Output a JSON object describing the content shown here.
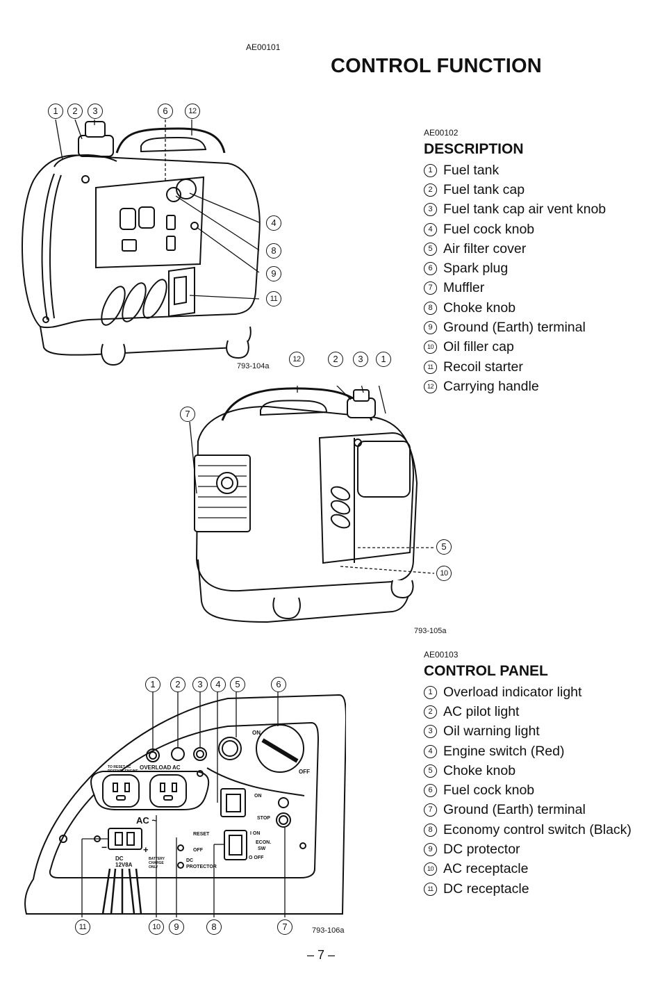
{
  "header": {
    "code": "AE00101",
    "title": "CONTROL FUNCTION"
  },
  "description": {
    "code": "AE00102",
    "heading": "DESCRIPTION",
    "items": [
      {
        "num": "1",
        "label": "Fuel tank"
      },
      {
        "num": "2",
        "label": "Fuel tank cap"
      },
      {
        "num": "3",
        "label": "Fuel tank cap air vent knob"
      },
      {
        "num": "4",
        "label": "Fuel cock knob"
      },
      {
        "num": "5",
        "label": "Air filter cover"
      },
      {
        "num": "6",
        "label": "Spark plug"
      },
      {
        "num": "7",
        "label": "Muffler"
      },
      {
        "num": "8",
        "label": "Choke knob"
      },
      {
        "num": "9",
        "label": "Ground (Earth) terminal"
      },
      {
        "num": "10",
        "label": "Oil filler cap"
      },
      {
        "num": "11",
        "label": "Recoil starter"
      },
      {
        "num": "12",
        "label": "Carrying handle"
      }
    ]
  },
  "control_panel": {
    "code": "AE00103",
    "heading": "CONTROL PANEL",
    "items": [
      {
        "num": "1",
        "label": "Overload indicator light"
      },
      {
        "num": "2",
        "label": "AC pilot light"
      },
      {
        "num": "3",
        "label": "Oil warning light"
      },
      {
        "num": "4",
        "label": "Engine switch (Red)"
      },
      {
        "num": "5",
        "label": "Choke knob"
      },
      {
        "num": "6",
        "label": "Fuel cock knob"
      },
      {
        "num": "7",
        "label": "Ground (Earth) terminal"
      },
      {
        "num": "8",
        "label": "Economy control switch (Black)"
      },
      {
        "num": "9",
        "label": "DC protector"
      },
      {
        "num": "10",
        "label": "AC receptacle"
      },
      {
        "num": "11",
        "label": "DC receptacle"
      }
    ]
  },
  "figures": {
    "fig1_code": "793-104a",
    "fig2_code": "793-105a",
    "fig3_code": "793-106a",
    "fig1_callouts": [
      "1",
      "2",
      "3",
      "6",
      "12",
      "4",
      "8",
      "9",
      "11"
    ],
    "fig2_callouts": [
      "12",
      "2",
      "3",
      "1",
      "7",
      "5",
      "10"
    ],
    "fig3_callouts_top": [
      "1",
      "2",
      "3",
      "4",
      "5",
      "6"
    ],
    "fig3_callouts_bottom": [
      "11",
      "10",
      "9",
      "8",
      "7"
    ],
    "panel_labels": {
      "overload": "OVERLOAD",
      "ac": "AC",
      "on": "ON",
      "off": "OFF",
      "reset_note_1": "TO RESET AC",
      "reset_note_2": "RESTART ENGINE",
      "ac_sym": "AC ~",
      "dc": "DC",
      "dc_rating": "12V8A",
      "battery_1": "BATTERY",
      "battery_2": "CHARGE",
      "battery_3": "ONLY",
      "engine_on": "ON",
      "engine_stop": "STOP",
      "reset": "RESET",
      "dc_off": "OFF",
      "dc_protector_1": "DC",
      "dc_protector_2": "PROTECTOR",
      "econ_on": "I ON",
      "econ_1": "ECON.",
      "econ_2": "SW",
      "econ_off": "O OFF",
      "minus": "−",
      "plus": "+"
    }
  },
  "footer": {
    "page": "– 7 –"
  }
}
